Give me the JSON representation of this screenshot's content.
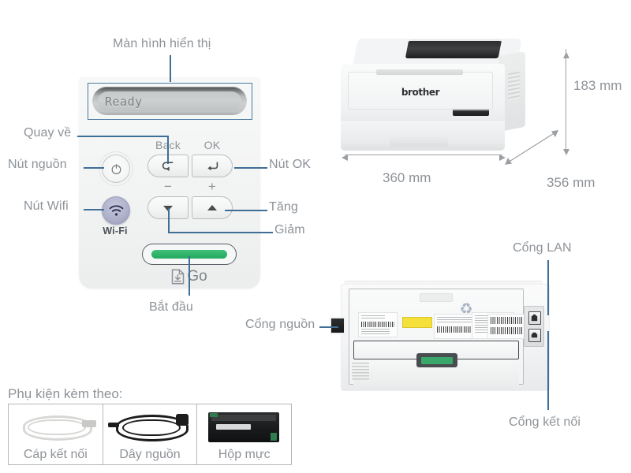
{
  "page": {
    "background": "#ffffff",
    "leader_color": "#3f6e96",
    "label_color": "#8e9398"
  },
  "control_panel": {
    "lcd": {
      "text": "Ready",
      "callout_label": "Màn hình hiển thị"
    },
    "buttons": {
      "power": {
        "label": "Nút nguồn",
        "icon": "power-icon"
      },
      "wifi": {
        "label": "Nút Wifi",
        "caption": "Wi-Fi",
        "icon": "wifi-icon"
      },
      "back": {
        "label": "Quay về",
        "caption": "Back",
        "icon": "back-arrow-icon"
      },
      "ok": {
        "label": "Nút OK",
        "caption": "OK",
        "icon": "enter-arrow-icon"
      },
      "up": {
        "label": "Tăng",
        "caption": "+",
        "icon": "triangle-up-icon"
      },
      "down": {
        "label": "Giảm",
        "caption": "−",
        "icon": "triangle-down-icon"
      },
      "go": {
        "label": "Bắt đầu",
        "caption": "Go",
        "icon": "document-download-icon",
        "led_color": "#2eb46b"
      }
    }
  },
  "printer_front": {
    "brand": "brother",
    "dimensions": {
      "height": "183 mm",
      "width": "360 mm",
      "depth": "356 mm"
    }
  },
  "printer_rear": {
    "callouts": {
      "power_port": "Cổng nguồn",
      "lan_port": "Cổng LAN",
      "usb_port": "Cổng kết nối"
    }
  },
  "accessories": {
    "title": "Phụ kiện kèm theo:",
    "items": [
      {
        "label": "Cáp kết nối",
        "art": "usb-cable-art"
      },
      {
        "label": "Dây nguồn",
        "art": "power-cord-art"
      },
      {
        "label": "Hộp mực",
        "art": "toner-cartridge-art"
      }
    ]
  }
}
